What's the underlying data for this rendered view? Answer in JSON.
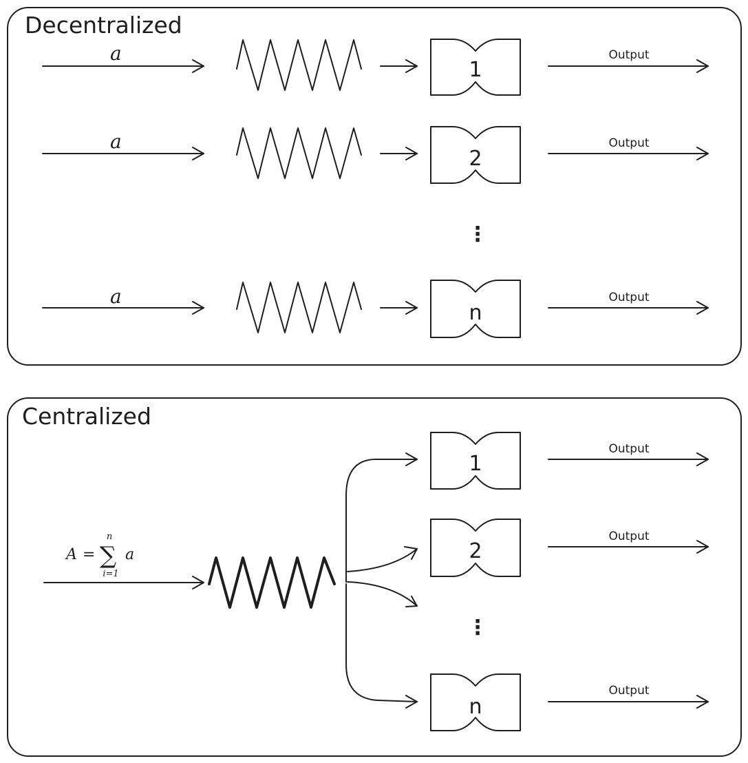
{
  "decentralized": {
    "title": "Decentralized",
    "input_label": "a",
    "units": [
      {
        "label": "1",
        "output": "Output"
      },
      {
        "label": "2",
        "output": "Output"
      },
      {
        "label": "n",
        "output": "Output"
      }
    ],
    "ellipsis": "⋮"
  },
  "centralized": {
    "title": "Centralized",
    "formula": {
      "lhs": "A",
      "equals": "=",
      "sum": "∑",
      "upper": "n",
      "lower": "i=1",
      "term": "a"
    },
    "units": [
      {
        "label": "1",
        "output": "Output"
      },
      {
        "label": "2",
        "output": "Output"
      },
      {
        "label": "n",
        "output": "Output"
      }
    ],
    "ellipsis": "⋮"
  }
}
